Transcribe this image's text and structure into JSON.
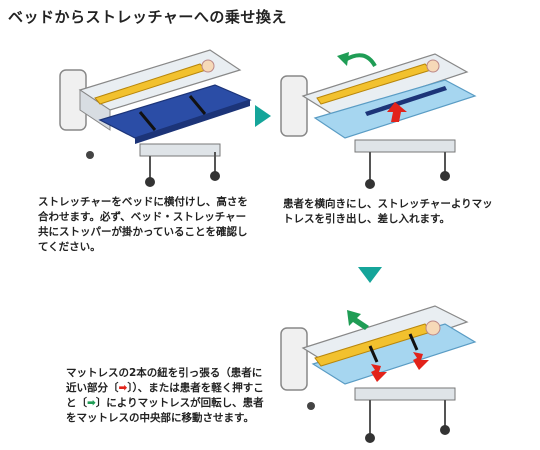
{
  "title": "ベッドからストレッチャーへの乗せ換え",
  "steps": [
    {
      "text": "ストレッチャーをベッドに横付けし、高さを合わせます。必ず、ベッド・ストレッチャー共にストッパーが掛かっていることを確認してください。"
    },
    {
      "text": "患者を横向きにし、ストレッチャーよりマットレスを引き出し、差し入れます。"
    },
    {
      "text_part1": "マットレスの2本の紐を引っ張る（患者に近い部分〔",
      "red_mark": "➡",
      "text_part2": "〕）、または患者を軽く押すこと〔",
      "green_mark": "➡",
      "text_part3": "〕によりマットレスが回転し、患者をマットレスの中央部に移動させます。"
    }
  ],
  "colors": {
    "teal_arrow": "#15a59a",
    "mattress_blue": "#2b4da6",
    "mattress_light": "#a6d6f0",
    "patient_yellow": "#f2c12e",
    "red_arrow": "#e2231a",
    "green_arrow": "#1f9d55"
  }
}
